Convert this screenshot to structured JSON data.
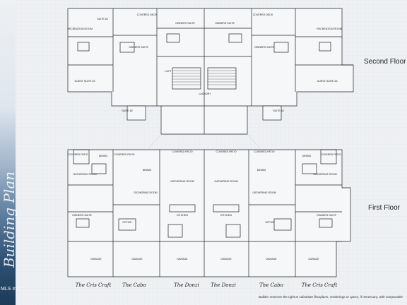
{
  "sidebar": {
    "vertical_title": "Building Plan",
    "watermark": "MLS Inc."
  },
  "floors": {
    "second": "Second Floor",
    "first": "First Floor"
  },
  "units": [
    {
      "name": "The Cris Craft"
    },
    {
      "name": "The Cabo"
    },
    {
      "name": "The Donzi"
    },
    {
      "name": "The Donzi"
    },
    {
      "name": "The Cabo"
    },
    {
      "name": "The Cris Craft"
    }
  ],
  "second_floor_rooms": {
    "suite": "SUITE #2",
    "recreation": "RECREATION ROOM",
    "covered_deck": "COVERED DECK",
    "owners_suite": "OWNERS SUITE",
    "guest_suite": "GUEST SUITE #3",
    "loft": "LOFT",
    "laundry": "LAUNDRY"
  },
  "first_floor_rooms": {
    "covered_patio": "COVERED PATIO",
    "dining": "DINING",
    "gathering": "GATHERING ROOM",
    "owners_suite": "OWNERS SUITE",
    "kitchen": "KITCHEN",
    "office": "OFFICE",
    "garage": "GARAGE"
  },
  "disclaimer": "Builder reserves the right to substitute floorplans, renderings or specs, if necessary, with comparable"
}
